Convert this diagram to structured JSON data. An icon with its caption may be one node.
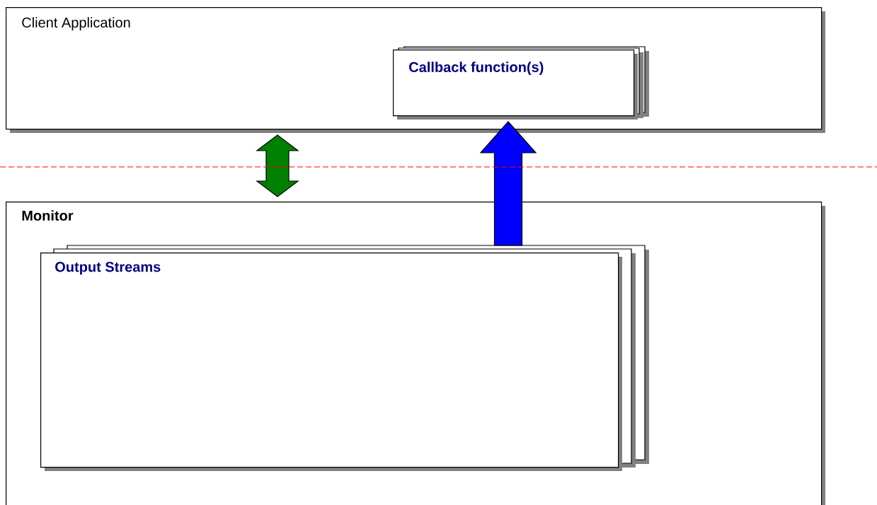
{
  "diagram": {
    "nodes": [
      {
        "text": [
          "Client Application"
        ]
      },
      {
        "text": [
          "Callback function(s)"
        ],
        "in": 0
      },
      {
        "text": [
          "Monitor"
        ]
      },
      {
        "text": [
          "Output Streams"
        ],
        "in": 2
      }
    ],
    "edges": [
      {
        "from": 0,
        "to": 2,
        "arrow": "both",
        "color": "#008000"
      },
      {
        "from": 3,
        "to": 1,
        "arrow": "to",
        "color": "#0000ff"
      }
    ]
  }
}
